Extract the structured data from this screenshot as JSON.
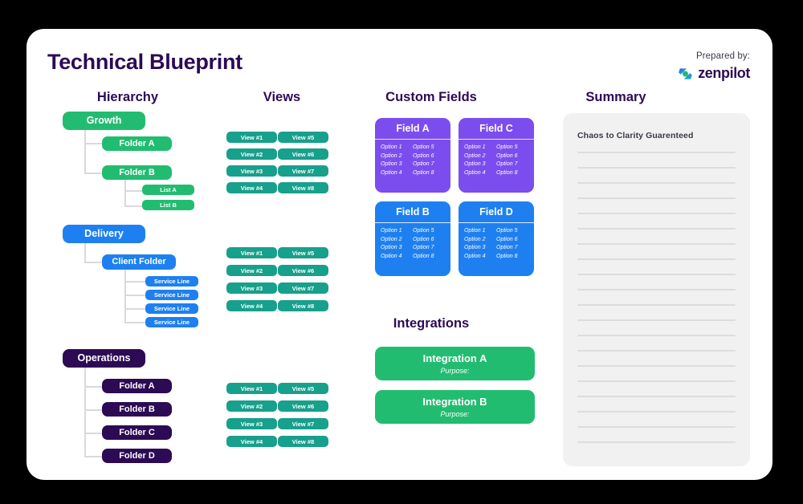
{
  "document": {
    "title": "Technical Blueprint",
    "prepared_label": "Prepared by:",
    "brand_name": "zenpilot"
  },
  "colors": {
    "background": "#000000",
    "card": "#ffffff",
    "brand_purple": "#2D0A54",
    "green": "#22BC70",
    "blue": "#1E80F0",
    "teal": "#17A08C",
    "violet": "#7B4DEE",
    "connector": "#d9d9dd",
    "summary_bg": "#f1f1f2"
  },
  "hierarchy": {
    "heading": "Hierarchy",
    "trees": [
      {
        "root": "Growth",
        "color": "#22BC70",
        "children": [
          {
            "label": "Folder A",
            "level": 1
          },
          {
            "label": "Folder B",
            "level": 1
          },
          {
            "label": "List A",
            "level": 2
          },
          {
            "label": "List B",
            "level": 2
          }
        ]
      },
      {
        "root": "Delivery",
        "color": "#1E80F0",
        "children": [
          {
            "label": "Client Folder",
            "level": 1
          },
          {
            "label": "Service Line",
            "level": 2
          },
          {
            "label": "Service Line",
            "level": 2
          },
          {
            "label": "Service Line",
            "level": 2
          },
          {
            "label": "Service Line",
            "level": 2
          }
        ]
      },
      {
        "root": "Operations",
        "color": "#2D0A54",
        "children": [
          {
            "label": "Folder A",
            "level": 1
          },
          {
            "label": "Folder B",
            "level": 1
          },
          {
            "label": "Folder C",
            "level": 1
          },
          {
            "label": "Folder D",
            "level": 1
          }
        ]
      }
    ]
  },
  "views": {
    "heading": "Views",
    "groups": [
      {
        "items": [
          "View #1",
          "View #2",
          "View #3",
          "View #4",
          "View #5",
          "View #6",
          "View #7",
          "View #8"
        ]
      },
      {
        "items": [
          "View #1",
          "View #2",
          "View #3",
          "View #4",
          "View #5",
          "View #6",
          "View #7",
          "View #8"
        ]
      },
      {
        "items": [
          "View #1",
          "View #2",
          "View #3",
          "View #4",
          "View #5",
          "View #6",
          "View #7",
          "View #8"
        ]
      }
    ]
  },
  "custom_fields": {
    "heading": "Custom Fields",
    "cards": [
      {
        "title": "Field A",
        "color": "#7B4DEE",
        "options": [
          "Option 1",
          "Option 5",
          "Option 2",
          "Option 6",
          "Option 3",
          "Option 7",
          "Option 4",
          "Option 8"
        ]
      },
      {
        "title": "Field C",
        "color": "#7B4DEE",
        "options": [
          "Option 1",
          "Option 5",
          "Option 2",
          "Option 6",
          "Option 3",
          "Option 7",
          "Option 4",
          "Option 8"
        ]
      },
      {
        "title": "Field B",
        "color": "#1E80F0",
        "options": [
          "Option 1",
          "Option 5",
          "Option 2",
          "Option 6",
          "Option 3",
          "Option 7",
          "Option 4",
          "Option 8"
        ]
      },
      {
        "title": "Field D",
        "color": "#1E80F0",
        "options": [
          "Option 1",
          "Option 5",
          "Option 2",
          "Option 6",
          "Option 3",
          "Option 7",
          "Option 4",
          "Option 8"
        ]
      }
    ]
  },
  "integrations": {
    "heading": "Integrations",
    "cards": [
      {
        "name": "Integration A",
        "purpose": "Purpose:"
      },
      {
        "name": "Integration B",
        "purpose": "Purpose:"
      }
    ]
  },
  "summary": {
    "heading": "Summary",
    "note": "Chaos to Clarity Guarenteed",
    "line_count": 20
  }
}
